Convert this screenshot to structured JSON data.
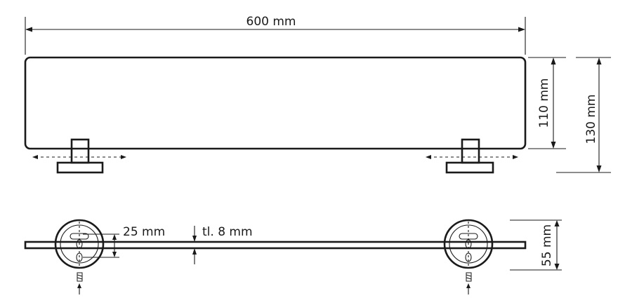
{
  "dimensions": {
    "width_label": "600 mm",
    "height_label": "110 mm",
    "total_height_label": "130 mm",
    "depth_label": "55 mm",
    "hole_spacing_label": "25 mm",
    "thickness_label": "tl. 8 mm"
  },
  "colors": {
    "line": "#1a1a1a",
    "background": "#ffffff"
  }
}
